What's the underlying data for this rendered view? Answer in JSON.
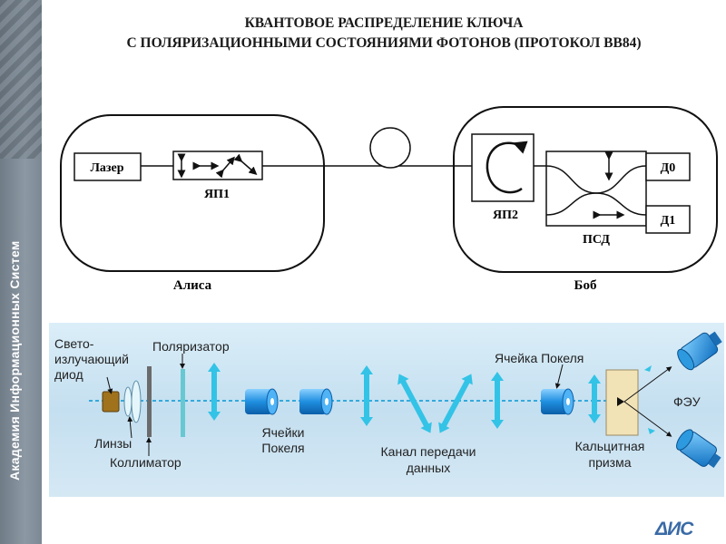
{
  "title": {
    "line1": "КВАНТОВОЕ РАСПРЕДЕЛЕНИЕ КЛЮЧА",
    "line2": "С ПОЛЯРИЗАЦИОННЫМИ СОСТОЯНИЯМИ ФОТОНОВ (ПРОТОКОЛ BB84)"
  },
  "side_label": "Академия Информационных Систем",
  "top_diagram": {
    "alice_label": "Алиса",
    "bob_label": "Боб",
    "laser": "Лазер",
    "yap1": "ЯП1",
    "yap2": "ЯП2",
    "psd": "ПСД",
    "d0": "Д0",
    "d1": "Д1"
  },
  "bottom_diagram": {
    "led_line1": "Свето-",
    "led_line2": "излучающий",
    "led_line3": "диод",
    "lenses": "Линзы",
    "collimator": "Коллиматор",
    "polarizer": "Поляризатор",
    "pockels_cells_line1": "Ячейки",
    "pockels_cells_line2": "Покеля",
    "channel_line1": "Канал передачи",
    "channel_line2": "данных",
    "pockels_cell": "Ячейка Покеля",
    "calcite_line1": "Кальцитная",
    "calcite_line2": "призма",
    "pmt": "ФЭУ"
  },
  "logo": "ΔИС",
  "colors": {
    "panel": "#cfe3f1",
    "beam": "#33aadd",
    "arrow": "#33c3e6",
    "cell": "#1f8fe0",
    "prism": "#f2e3b7",
    "detector": "#2f9fe9"
  }
}
